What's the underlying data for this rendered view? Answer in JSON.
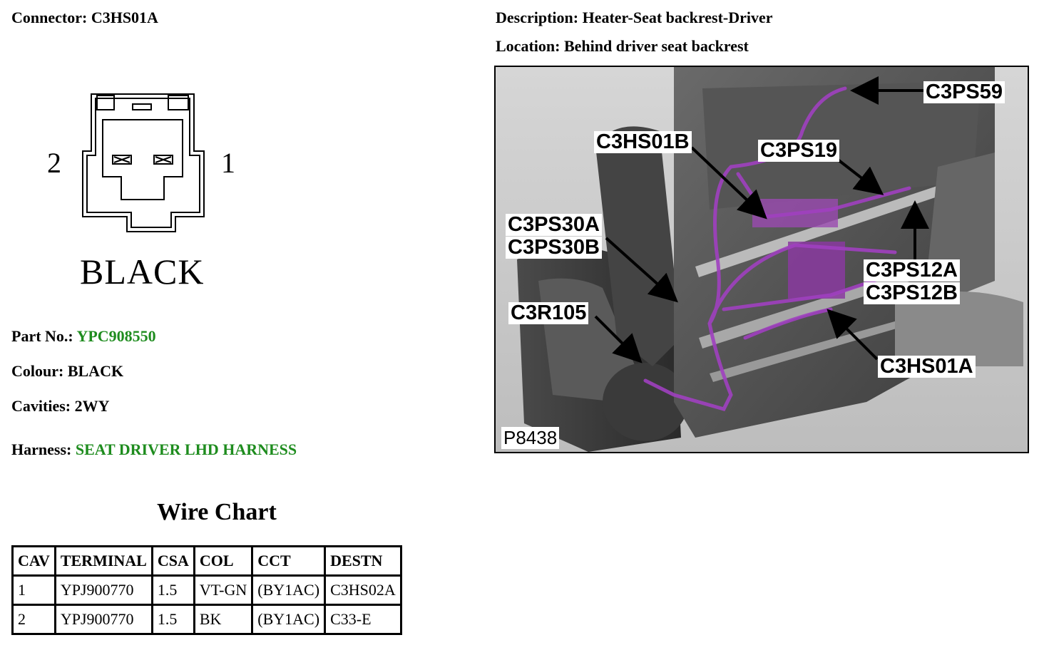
{
  "header": {
    "connector_label": "Connector:",
    "connector_value": "C3HS01A",
    "description_label": "Description:",
    "description_value": "Heater-Seat backrest-Driver",
    "location_label": "Location:",
    "location_value": "Behind driver seat backrest"
  },
  "connector_diagram": {
    "pin_left": "2",
    "pin_right": "1",
    "colour_text": "BLACK"
  },
  "details": {
    "part_no_label": "Part No.:",
    "part_no_value": "YPC908550",
    "colour_label": "Colour:",
    "colour_value": "BLACK",
    "cavities_label": "Cavities:",
    "cavities_value": "2WY",
    "harness_label": "Harness:",
    "harness_value": "SEAT DRIVER LHD HARNESS"
  },
  "wire_chart": {
    "title": "Wire Chart",
    "headers": [
      "CAV",
      "TERMINAL",
      "CSA",
      "COL",
      "CCT",
      "DESTN"
    ],
    "rows": [
      [
        "1",
        "YPJ900770",
        "1.5",
        "VT-GN",
        "(BY1AC)",
        "C3HS02A"
      ],
      [
        "2",
        "YPJ900770",
        "1.5",
        "BK",
        "(BY1AC)",
        "C33-E"
      ]
    ]
  },
  "location_image": {
    "callouts": [
      "C3PS59",
      "C3HS01B",
      "C3PS19",
      "C3PS30A",
      "C3PS30B",
      "C3PS12A",
      "C3PS12B",
      "C3R105",
      "C3HS01A"
    ],
    "image_code": "P8438"
  },
  "colors": {
    "link_green": "#1e8c1e",
    "harness_purple": "#a040c0"
  }
}
